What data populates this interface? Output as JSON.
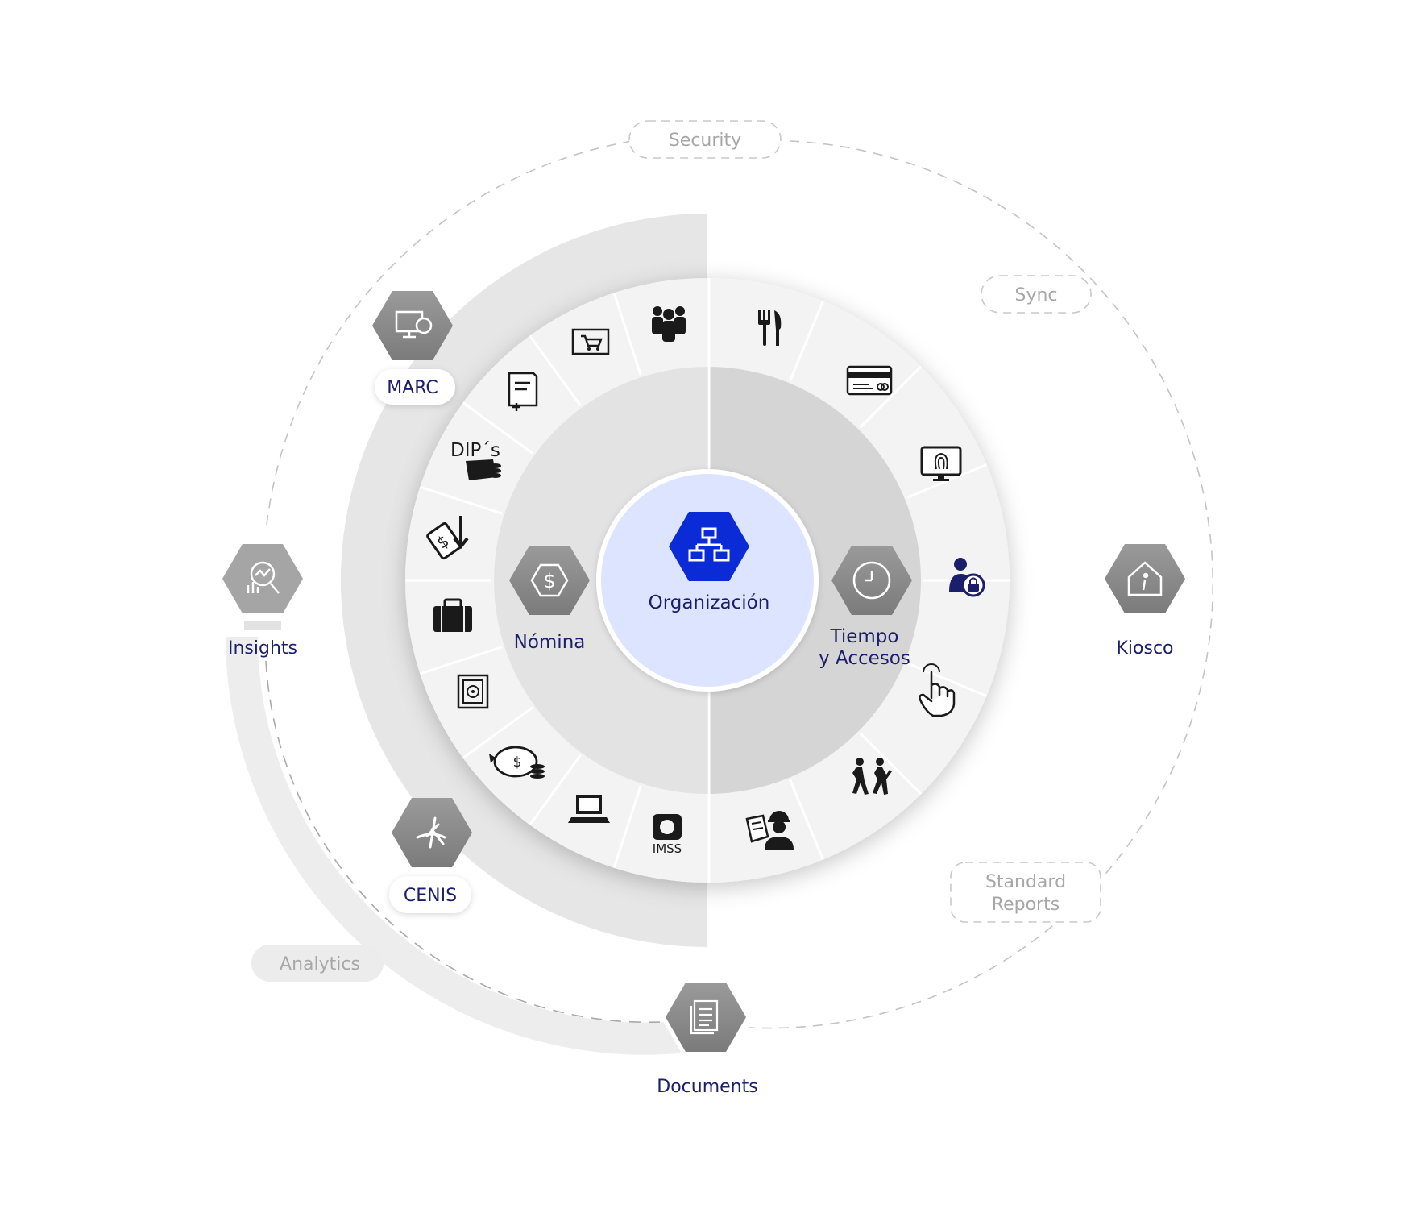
{
  "center": {
    "label": "Organización",
    "icon": "org-chart-icon",
    "color": "#0a2bd6"
  },
  "modules": {
    "nomina": {
      "label": "Nómina",
      "icon": "dollar-hex-icon"
    },
    "tiempo": {
      "line1": "Tiempo",
      "line2": "y Accesos",
      "icon": "clock-icon"
    }
  },
  "satellites": {
    "marc": {
      "label": "MARC",
      "icon": "monitor-cfdi-icon"
    },
    "insights": {
      "label": "Insights",
      "icon": "analytics-magnifier-icon"
    },
    "cenis": {
      "label": "CENIS",
      "icon": "cenis-logo-icon"
    },
    "documents": {
      "label": "Documents",
      "icon": "documents-icon"
    },
    "kiosco": {
      "label": "Kiosco",
      "icon": "info-house-icon"
    }
  },
  "tags": {
    "security": "Security",
    "sync": "Sync",
    "standard_reports_1": "Standard",
    "standard_reports_2": "Reports",
    "analytics": "Analytics"
  },
  "nomina_icons": [
    "team-icon",
    "cart-icon",
    "document-add-icon",
    "dips-icon",
    "money-down-icon",
    "briefcase-icon",
    "safe-icon",
    "piggy-bank-icon",
    "computer-icon",
    "imss-icon"
  ],
  "nomina_dips_text": "DIP´s",
  "nomina_imss_text": "IMSS",
  "tiempo_icons": [
    "cutlery-icon",
    "card-icon",
    "fingerprint-monitor-icon",
    "user-lock-icon",
    "touch-hand-icon",
    "walking-people-icon",
    "worker-icon"
  ],
  "colors": {
    "navy": "#1b1e6b",
    "blue": "#0a2bd6",
    "hex_gray": "#8b8b8b",
    "center_fill": "#dde4ff"
  }
}
